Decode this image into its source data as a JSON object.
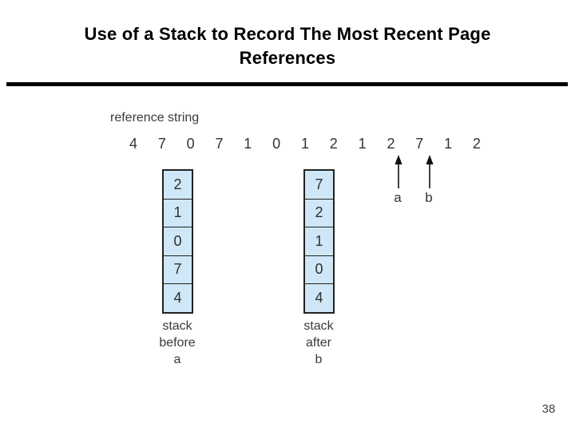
{
  "slide": {
    "title_line1": "Use of a Stack to Record The Most Recent Page",
    "title_line2": "References",
    "page_number": "38"
  },
  "diagram": {
    "reference_string_label": "reference string",
    "reference_string": [
      "4",
      "7",
      "0",
      "7",
      "1",
      "0",
      "1",
      "2",
      "1",
      "2",
      "7",
      "1",
      "2"
    ],
    "marker_a": "a",
    "marker_b": "b",
    "stack_before": {
      "values": [
        "2",
        "1",
        "0",
        "7",
        "4"
      ],
      "label_lines": [
        "stack",
        "before",
        "a"
      ]
    },
    "stack_after": {
      "values": [
        "7",
        "2",
        "1",
        "0",
        "4"
      ],
      "label_lines": [
        "stack",
        "after",
        "b"
      ]
    },
    "colors": {
      "cell_fill": "#cfe7f6",
      "cell_border": "#222222",
      "divider": "#000000",
      "text": "#333333"
    }
  }
}
